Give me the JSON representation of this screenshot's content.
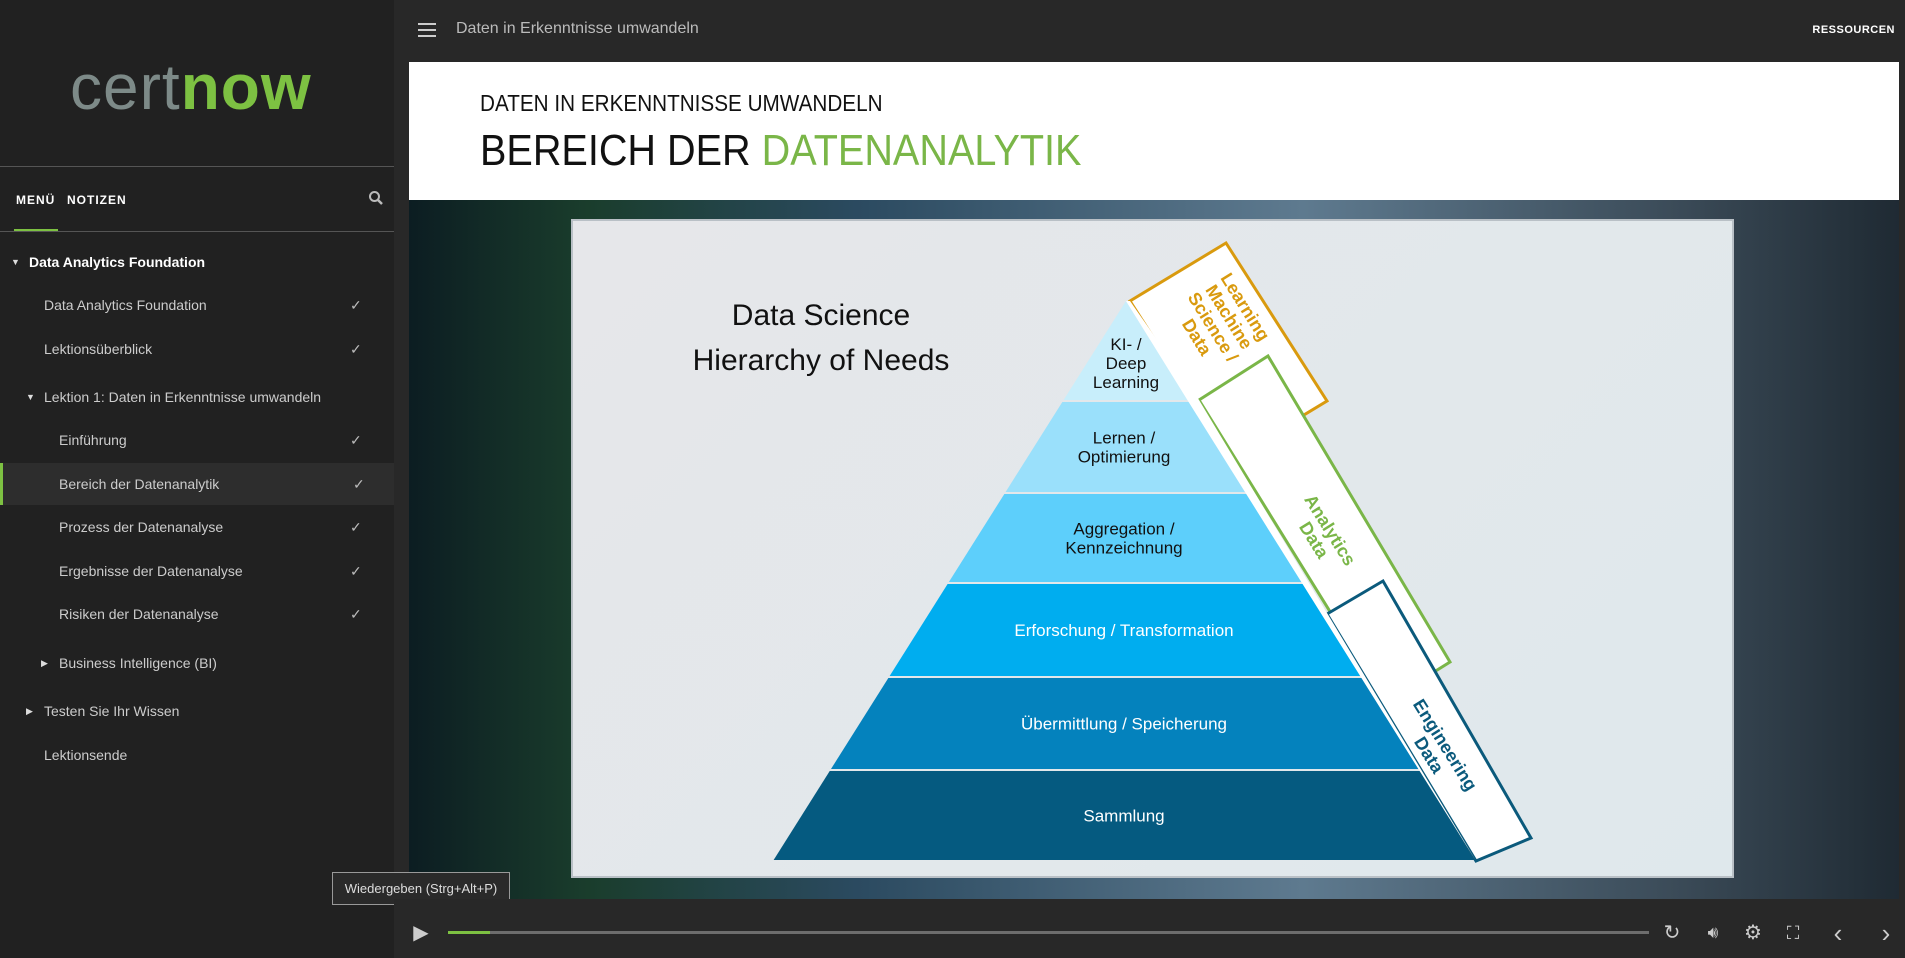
{
  "sidebar": {
    "logo": {
      "part1": "cert",
      "part2": "now"
    },
    "tabs": [
      "MENÜ",
      "NOTIZEN"
    ],
    "items": [
      {
        "label": "Data Analytics Foundation",
        "level": 0,
        "expanded": true,
        "bold": true
      },
      {
        "label": "Data Analytics Foundation",
        "level": 1,
        "done": true
      },
      {
        "label": "Lektionsüberblick",
        "level": 1,
        "done": true
      },
      {
        "label": "Lektion 1: Daten in Erkenntnisse umwandeln",
        "level": 1,
        "expanded": true
      },
      {
        "label": "Einführung",
        "level": 2,
        "done": true
      },
      {
        "label": "Bereich der Datenanalytik",
        "level": 2,
        "done": true,
        "active": true
      },
      {
        "label": "Prozess der Datenanalyse",
        "level": 2,
        "done": true
      },
      {
        "label": "Ergebnisse der Datenanalyse",
        "level": 2,
        "done": true
      },
      {
        "label": "Risiken der Datenanalyse",
        "level": 2,
        "done": true
      },
      {
        "label": "Business Intelligence (BI)",
        "level": 2,
        "collapsed": true
      },
      {
        "label": "Testen Sie Ihr Wissen",
        "level": 1,
        "collapsed": true
      },
      {
        "label": "Lektionsende",
        "level": 1
      }
    ],
    "check": "✓"
  },
  "topbar": {
    "title": "Daten in Erkenntnisse umwandeln",
    "resources": "RESSOURCEN"
  },
  "slide": {
    "subtitle": "DATEN IN ERKENNTNISSE UMWANDELN",
    "title_a": "BEREICH DER ",
    "title_b": "DATENANALYTIK",
    "diagram_title": [
      "Data Science",
      "Hierarchy of Needs"
    ],
    "layers": [
      [
        "KI- /",
        "Deep",
        "Learning"
      ],
      [
        "Lernen /",
        "Optimierung"
      ],
      [
        "Aggregation /",
        "Kennzeichnung"
      ],
      [
        "Erforschung / Transformation"
      ],
      [
        "Übermittlung / Speicherung"
      ],
      [
        "Sammlung"
      ]
    ],
    "bands": [
      {
        "lines": [
          "Data",
          "Science /",
          "Machine",
          "Learning"
        ],
        "color": "#d99a0e"
      },
      {
        "lines": [
          "Data",
          "Analytics"
        ],
        "color": "#7ab648"
      },
      {
        "lines": [
          "Data",
          "Engineering"
        ],
        "color": "#0b5a7c"
      }
    ]
  },
  "player": {
    "tooltip": "Wiedergeben (Strg+Alt+P)",
    "progress_percent": 3.5
  }
}
